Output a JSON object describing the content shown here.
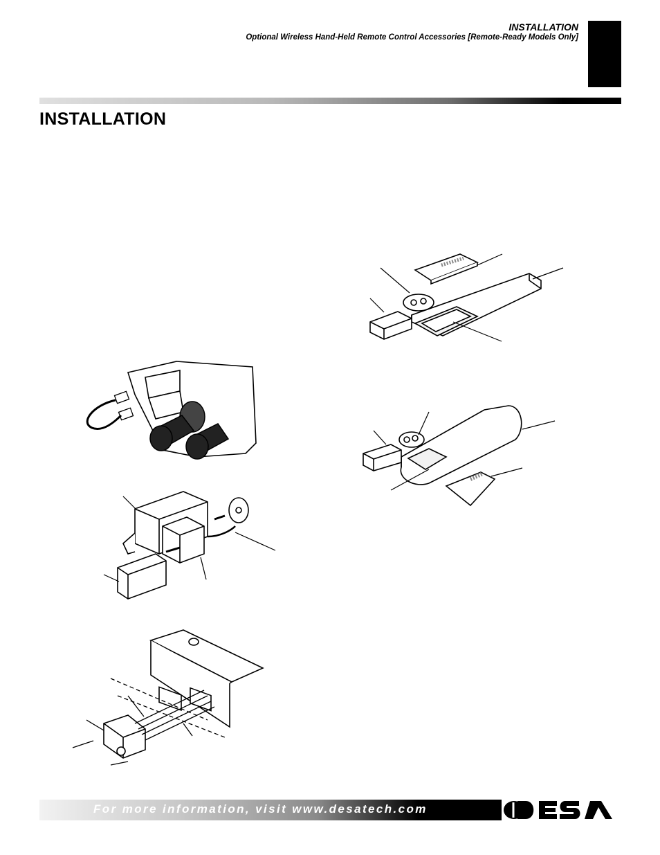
{
  "header": {
    "section_title": "INSTALLATION",
    "subtitle": "Optional Wireless Hand-Held Remote Control Accessories [Remote-Ready Models Only]"
  },
  "page": {
    "title": "INSTALLATION"
  },
  "figures": [
    {
      "name": "remote-transmitter-battery-figure",
      "description_icon": "remote-transmitter-icon"
    },
    {
      "name": "wire-harness-valve-figure",
      "description_icon": "valve-icon"
    },
    {
      "name": "remote-receiver-battery-figure",
      "description_icon": "receiver-icon"
    },
    {
      "name": "curved-remote-battery-figure",
      "description_icon": "remote-transmitter-icon"
    },
    {
      "name": "switch-bracket-figure",
      "description_icon": "switch-bracket-icon"
    }
  ],
  "footer": {
    "text": "For more information, visit www.desatech.com",
    "logo_text": "DESA",
    "colors": {
      "bar_dark": "#000000",
      "bar_light": "#f2f2f2",
      "text": "#ffffff"
    }
  }
}
